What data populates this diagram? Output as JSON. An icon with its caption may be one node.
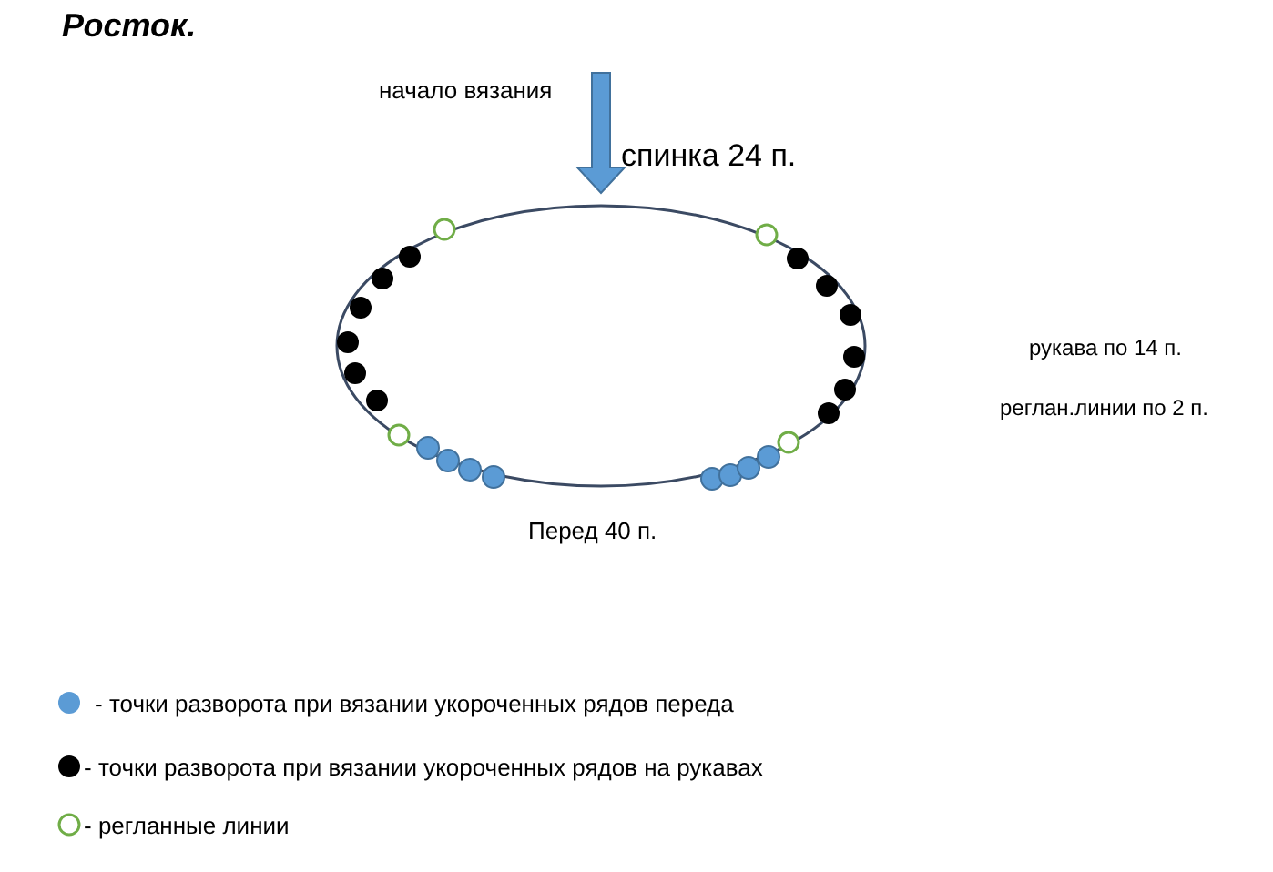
{
  "diagram": {
    "title": "Росток.",
    "labels": [
      "начало вязания",
      "спинка 24 п.",
      "рукава по 14 п.",
      "реглан.линии по 2 п.",
      "Перед 40 п."
    ],
    "legend": [
      {
        "text": "- точки разворота при вязании укороченных рядов переда",
        "color": "#5b9bd5"
      },
      {
        "text": "- точки разворота при вязании укороченных рядов на рукавах",
        "color": "#000000"
      },
      {
        "text": "- регланные линии"
      }
    ]
  }
}
